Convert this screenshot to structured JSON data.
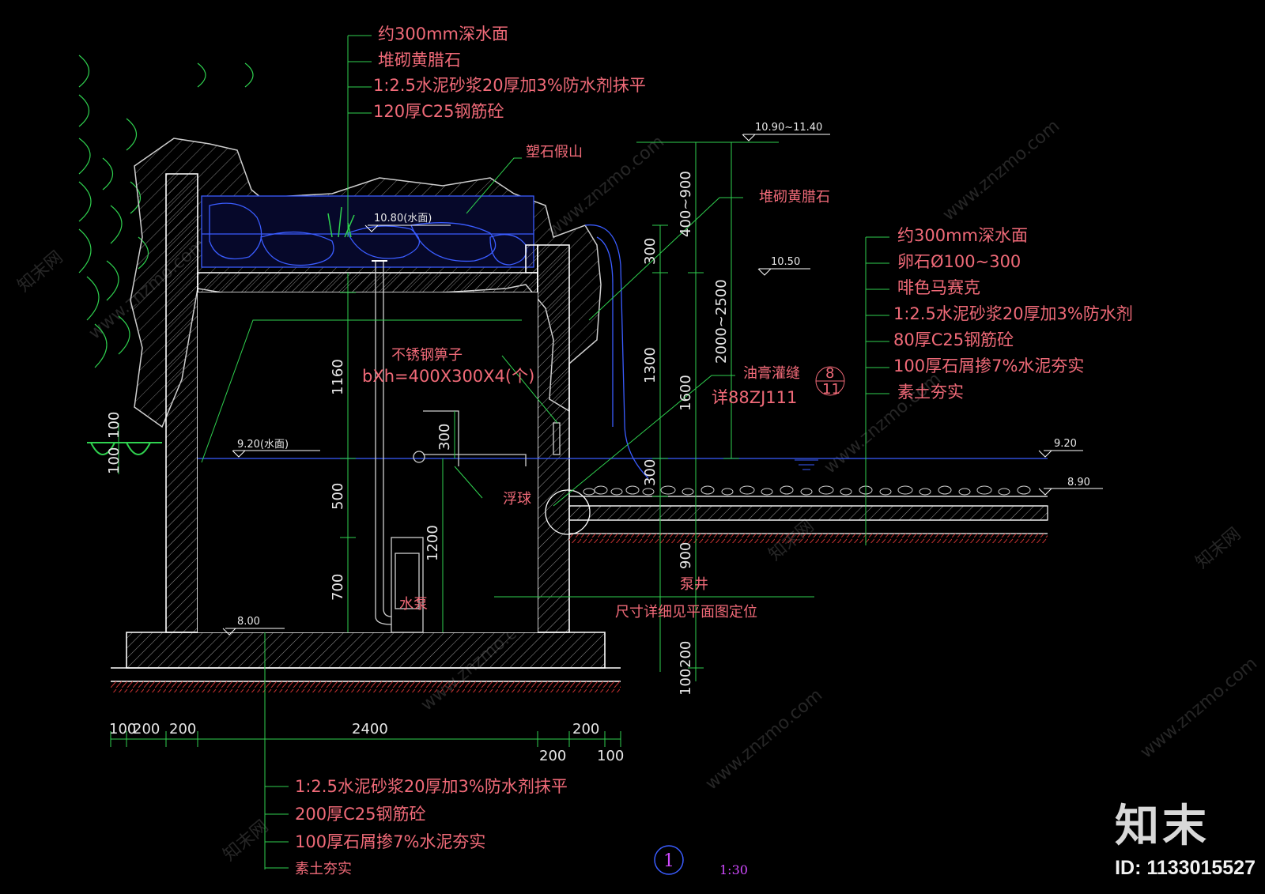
{
  "top_callout": {
    "line1": "约300mm深水面",
    "line2": "堆砌黄腊石",
    "line3": "1:2.5水泥砂浆20厚加3%防水剂抹平",
    "line4": "120厚C25钢筋砼"
  },
  "labels": {
    "rockery": "塑石假山",
    "stacked_stone": "堆砌黄腊石",
    "screen_line1": "不锈钢箅子",
    "screen_line2": "bXh=400X300X4(个)",
    "float_ball": "浮球",
    "pump": "水泵",
    "pump_well": "泵井",
    "pump_well_note": "尺寸详细见平面图定位",
    "joint_line1": "油膏灌缝",
    "joint_line2": "详88ZJ111",
    "joint_ref_top": "8",
    "joint_ref_bottom": "11"
  },
  "right_callout": {
    "line1": "约300mm深水面",
    "line2": "卵石Ø100~300",
    "line3": "啡色马赛克",
    "line4": "1:2.5水泥砂浆20厚加3%防水剂",
    "line5": "80厚C25钢筋砼",
    "line6": "100厚石屑掺7%水泥夯实",
    "line7": "素土夯实"
  },
  "bottom_callout": {
    "line1": "1:2.5水泥砂浆20厚加3%防水剂抹平",
    "line2": "200厚C25钢筋砼",
    "line3": "100厚石屑掺7%水泥夯实",
    "line4": "素土夯实"
  },
  "elevations": {
    "top_range": "10.90~11.40",
    "water_top": "10.80(水面)",
    "e1050": "10.50",
    "water_low": "9.20(水面)",
    "right_920": "9.20",
    "right_890": "8.90",
    "floor": "8.00"
  },
  "dimensions": {
    "v300_top": "300",
    "v400_900": "400~900",
    "v2000_2500": "2000~2500",
    "v1160": "1160",
    "v1300": "1300",
    "v1600": "1600",
    "v300_mid": "300",
    "v300_low": "300",
    "v500": "500",
    "v700": "700",
    "v1200": "1200",
    "v900": "900",
    "v200": "200",
    "v100_bot": "100",
    "v100_left_a": "100",
    "v100_left_b": "100",
    "h100_left": "100",
    "h200_a": "200",
    "h200_b": "200",
    "h2400": "2400",
    "h200_c": "200",
    "h200_d": "200",
    "h100_right": "100"
  },
  "drawing": {
    "number": "1",
    "scale": "1:30"
  },
  "watermarks": {
    "site": "www.znzmo.com",
    "brand_cn": "知末网",
    "brand": "知末",
    "id": "ID: 1133015527"
  },
  "colors": {
    "background": "#000000",
    "concrete": "#ffffff",
    "leader": "#2fd14f",
    "label": "#f06a78",
    "water": "#3a5cff",
    "dimension": "#e8e8e8",
    "soil": "#c23030"
  }
}
